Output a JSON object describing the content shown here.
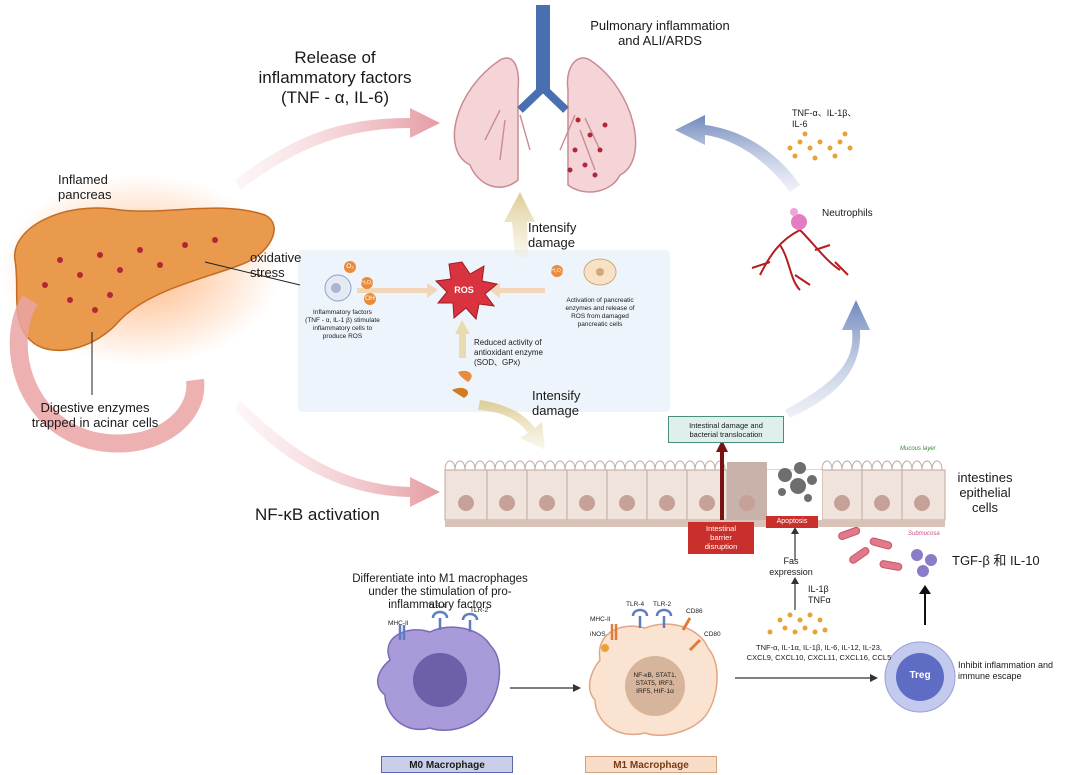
{
  "labels": {
    "release_title": "Release of\ninflammatory factors\n(TNF - α, IL-6)",
    "pulmonary": "Pulmonary inflammation\nand ALI/ARDS",
    "inflamed_pancreas": "Inflamed\npancreas",
    "oxidative_stress": "oxidative\nstress",
    "digestive_enzymes": "Digestive enzymes\ntrapped in acinar cells",
    "intensify_top": "Intensify\ndamage",
    "intensify_bottom": "Intensify\ndamage",
    "ros": "ROS",
    "inflam_factors_ros": "Inflammatory factors\n(TNF - α, IL-1 β) stimulate\ninflammatory cells to\nproduce ROS",
    "pancreatic_enzymes": "Activation of pancreatic\nenzymes and release of\nROS from damaged\npancreatic cells",
    "reduced_activity": "Reduced activity of\nantioxidant enzyme\n(SOD、GPx)",
    "cytokines_top": "TNF-α、IL-1β、\nIL-6",
    "neutrophils": "Neutrophils",
    "intestinal_damage": "Intestinal damage and\nbacterial translocation",
    "mucous_layer": "Mucous layer",
    "intestines_epithelial": "intestines\nepithelial\ncells",
    "nfkb": "NF-κB activation",
    "barrier_disruption": "Intestinal\nbarrier\ndisruption",
    "apoptosis": "Apoptosis",
    "submucosa": "Submucosa",
    "tgf": "TGF-β 和 IL-10",
    "fas_expression": "Fas\nexpression",
    "il1b_tnfa": "IL-1β\nTNFα",
    "differentiate": "Differentiate into M1 macrophages\nunder the stimulation of pro-\ninflammatory factors",
    "cytokine_list": "TNF-α, IL-1α, IL-1β, IL-6, IL-12, IL-23,\nCXCL9, CXCL10, CXCL11, CXCL16, CCL5",
    "treg": "Treg",
    "inhibit": "Inhibit inflammation and\nimmune escape",
    "m0": "M0 Macrophage",
    "m1": "M1 Macrophage",
    "m0_mhc": "MHC-II",
    "m0_tlr4": "TLR-4",
    "m0_tlr2": "TLR-2",
    "m1_mhc": "MHC-II",
    "m1_tlr4": "TLR-4",
    "m1_tlr2": "TLR-2",
    "m1_cd86": "CD86",
    "m1_cd80": "CD80",
    "m1_inos": "iNOS",
    "m1_nucleus": "NF-κB, STAT1,\nSTAT5, IRF3,\nIRF5, HIF-1α",
    "o2": "O₂",
    "h2o2_a": "H₂O₂",
    "oh": "OH",
    "h2o2_b": "H₂O₂"
  },
  "colors": {
    "pink_arrow": "#e8a6ad",
    "blue_arrow": "#7e95c2",
    "tan_arrow": "#e3d6a8",
    "ros_red": "#d8333f",
    "dark_red": "#9b1c20",
    "teal_box": "#dff0ec",
    "m0_box": "#c9cfe8",
    "m1_box": "#f7dcc8"
  }
}
